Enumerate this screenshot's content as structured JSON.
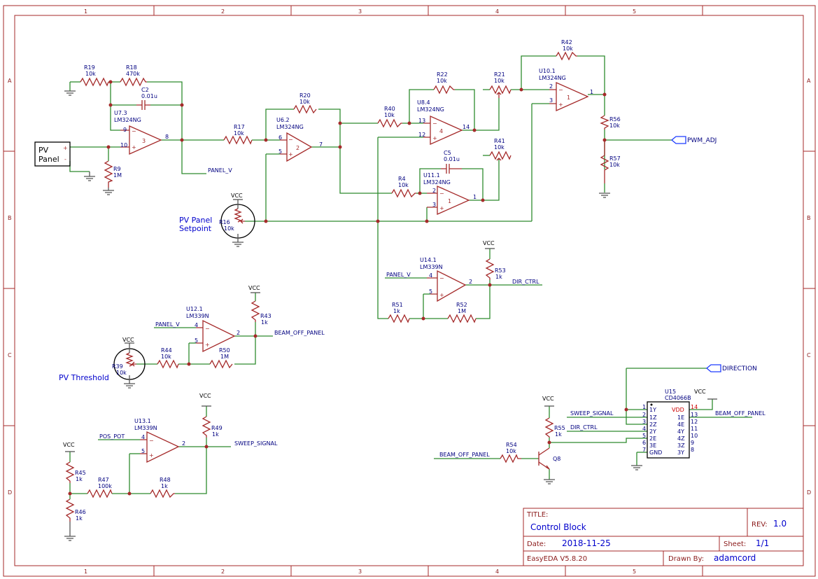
{
  "grid": {
    "columns": [
      "1",
      "2",
      "3",
      "4",
      "5"
    ],
    "rows": [
      "A",
      "B",
      "C",
      "D"
    ]
  },
  "title_block": {
    "title_label": "TITLE:",
    "title": "Control Block",
    "rev_label": "REV:",
    "rev": "1.0",
    "date_label": "Date:",
    "date": "2018-11-25",
    "sheet_label": "Sheet:",
    "sheet": "1/1",
    "tool": "EasyEDA V5.8.20",
    "drawn_label": "Drawn By:",
    "drawn_by": "adamcord"
  },
  "labels": {
    "pv_panel": "PV\nPanel",
    "pv_setpoint_1": "PV Panel",
    "pv_setpoint_2": "Setpoint",
    "pv_threshold": "PV Threshold",
    "vcc": "VCC"
  },
  "components": {
    "R19": [
      "R19",
      "10k"
    ],
    "R18": [
      "R18",
      "470k"
    ],
    "C2": [
      "C2",
      "0.01u"
    ],
    "U7": [
      "U7.3",
      "LM324NG"
    ],
    "R9": [
      "R9",
      "1M"
    ],
    "R17": [
      "R17",
      "10k"
    ],
    "R20": [
      "R20",
      "10k"
    ],
    "U6": [
      "U6.2",
      "LM324NG"
    ],
    "R16": [
      "R16",
      "10k"
    ],
    "R40": [
      "R40",
      "10k"
    ],
    "R22": [
      "R22",
      "10k"
    ],
    "U8": [
      "U8.4",
      "LM324NG"
    ],
    "R21": [
      "R21",
      "10k"
    ],
    "R41": [
      "R41",
      "10k"
    ],
    "C5": [
      "C5",
      "0.01u"
    ],
    "R4": [
      "R4",
      "10k"
    ],
    "U11": [
      "U11.1",
      "LM324NG"
    ],
    "R42": [
      "R42",
      "10k"
    ],
    "U10": [
      "U10.1",
      "LM324NG"
    ],
    "R56": [
      "R56",
      "10k"
    ],
    "R57": [
      "R57",
      "10k"
    ],
    "U14": [
      "U14.1",
      "LM339N"
    ],
    "R53": [
      "R53",
      "1k"
    ],
    "R51": [
      "R51",
      "1k"
    ],
    "R52": [
      "R52",
      "1M"
    ],
    "U12": [
      "U12.1",
      "LM339N"
    ],
    "R43": [
      "R43",
      "1k"
    ],
    "R44": [
      "R44",
      "10k"
    ],
    "R50": [
      "R50",
      "1M"
    ],
    "R39": [
      "R39",
      "10k"
    ],
    "U13": [
      "U13.1",
      "LM339N"
    ],
    "R49": [
      "R49",
      "1k"
    ],
    "R45": [
      "R45",
      "1k"
    ],
    "R46": [
      "R46",
      "1k"
    ],
    "R47": [
      "R47",
      "100k"
    ],
    "R48": [
      "R48",
      "1k"
    ],
    "R55": [
      "R55",
      "1k"
    ],
    "R54": [
      "R54",
      "10k"
    ],
    "Q8": [
      "Q8"
    ],
    "U15": [
      "U15",
      "CD4066B"
    ]
  },
  "nets": {
    "panel_v": "PANEL_V",
    "pwm_adj": "PWM_ADJ",
    "dir_ctrl": "DIR_CTRL",
    "beam_off_panel": "BEAM_OFF_PANEL",
    "sweep_signal": "SWEEP_SIGNAL",
    "pos_pot": "POS_POT",
    "direction": "DIRECTION"
  },
  "u15_pins": {
    "left": [
      [
        "1",
        "1Y"
      ],
      [
        "2",
        "1Z"
      ],
      [
        "3",
        "2Z"
      ],
      [
        "4",
        "2Y"
      ],
      [
        "5",
        "2E"
      ],
      [
        "6",
        "3E"
      ],
      [
        "7",
        "GND"
      ]
    ],
    "right": [
      [
        "14",
        "VDD"
      ],
      [
        "13",
        "1E"
      ],
      [
        "12",
        "4E"
      ],
      [
        "11",
        "4Y"
      ],
      [
        "10",
        "4Z"
      ],
      [
        "9",
        "3Z"
      ],
      [
        "8",
        "3Y"
      ]
    ]
  }
}
